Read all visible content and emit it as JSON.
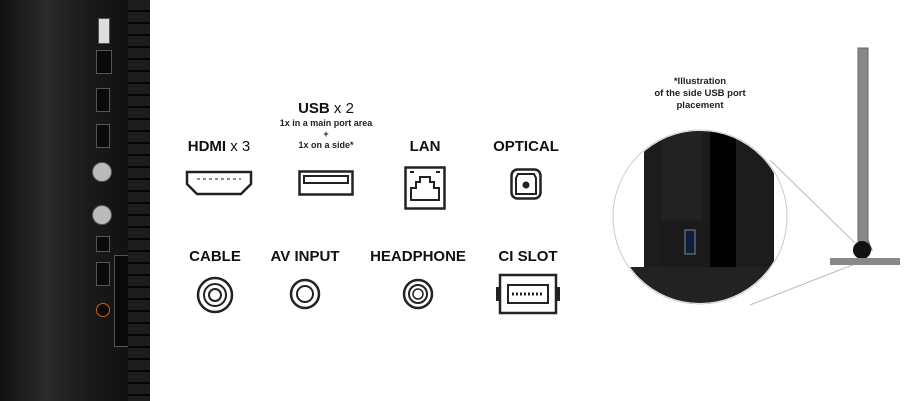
{
  "ports_row1": [
    {
      "name": "HDMI",
      "count": "x 3"
    },
    {
      "name": "USB",
      "count": "x 2",
      "detail_line1": "1x in a main port area",
      "detail_plus": "+",
      "detail_line2": "1x on a side*"
    },
    {
      "name": "LAN"
    },
    {
      "name": "OPTICAL"
    }
  ],
  "ports_row2": [
    {
      "name": "CABLE"
    },
    {
      "name": "AV INPUT"
    },
    {
      "name": "HEADPHONE"
    },
    {
      "name": "CI SLOT"
    }
  ],
  "side_note": {
    "line1": "*Illustration",
    "line2": "of the side USB port",
    "line3": "placement"
  }
}
